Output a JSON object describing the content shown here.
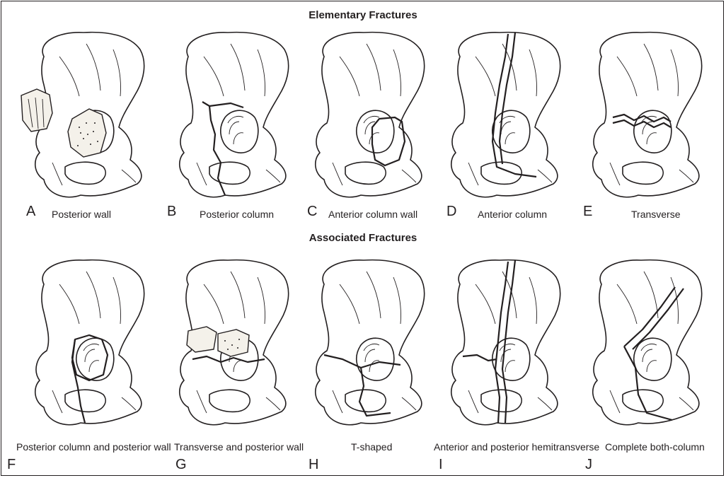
{
  "headings": {
    "elementary": "Elementary Fractures",
    "associated": "Associated Fractures"
  },
  "elementary": [
    {
      "letter": "A",
      "caption": "Posterior wall",
      "fracture": "posterior-wall"
    },
    {
      "letter": "B",
      "caption": "Posterior column",
      "fracture": "posterior-column"
    },
    {
      "letter": "C",
      "caption": "Anterior column wall",
      "fracture": "anterior-wall"
    },
    {
      "letter": "D",
      "caption": "Anterior column",
      "fracture": "anterior-column"
    },
    {
      "letter": "E",
      "caption": "Transverse",
      "fracture": "transverse"
    }
  ],
  "associated": [
    {
      "letter": "F",
      "caption": "Posterior column and posterior wall",
      "fracture": "posterior-column-wall"
    },
    {
      "letter": "G",
      "caption": "Transverse and posterior wall",
      "fracture": "transverse-posterior-wall"
    },
    {
      "letter": "H",
      "caption": "T-shaped",
      "fracture": "t-shaped"
    },
    {
      "letter": "I",
      "caption": "Anterior and posterior hemitransverse",
      "fracture": "anterior-posterior-hemitransverse"
    },
    {
      "letter": "J",
      "caption": "Complete both-column",
      "fracture": "both-column"
    }
  ],
  "colors": {
    "ink": "#231f20",
    "background": "#ffffff"
  }
}
